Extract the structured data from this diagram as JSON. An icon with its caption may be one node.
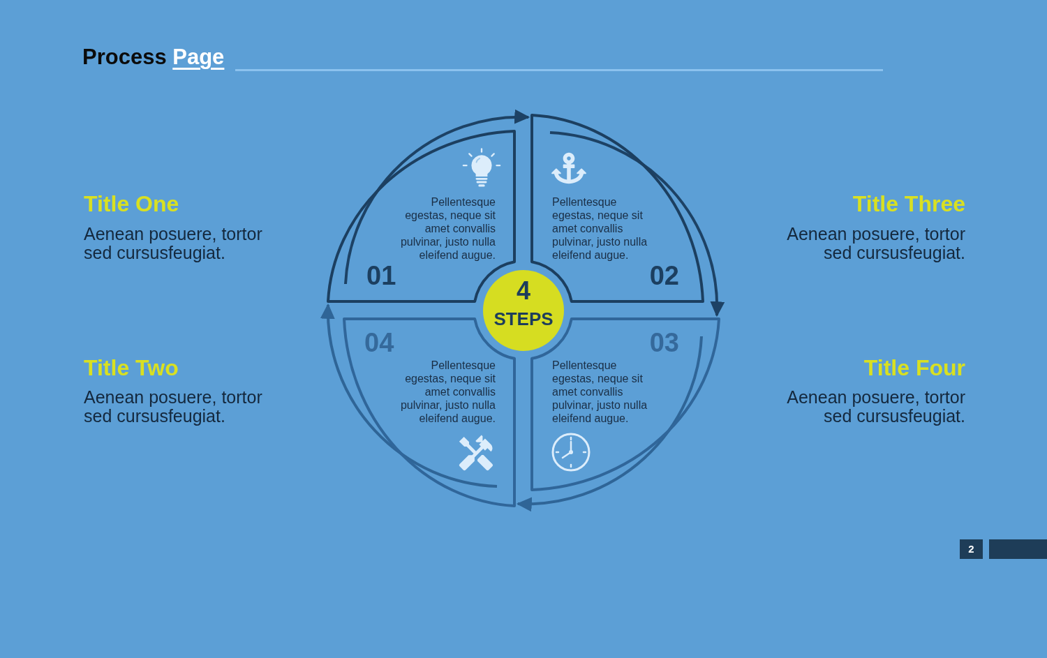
{
  "diagram": {
    "title": "Process Page",
    "nodes": [
      {
        "text": [
          "01",
          "Pellentesque egestas, neque sit amet convallis pulvinar, justo nulla eleifend augue."
        ]
      },
      {
        "text": [
          "02",
          "Pellentesque egestas, neque sit amet convallis pulvinar, justo nulla eleifend augue."
        ]
      },
      {
        "text": [
          "4",
          "STEPS"
        ]
      },
      {
        "text": [
          "04",
          "Pellentesque egestas, neque sit amet convallis pulvinar, justo nulla eleifend augue."
        ]
      },
      {
        "text": [
          "03",
          "Pellentesque egestas, neque sit amet convallis pulvinar, justo nulla eleifend augue."
        ]
      }
    ],
    "edges": [
      {
        "from": 0,
        "to": 1,
        "arrow": "to"
      },
      {
        "from": 1,
        "to": 4,
        "arrow": "to"
      },
      {
        "from": 4,
        "to": 3,
        "arrow": "to",
        "color": "#2f6597"
      },
      {
        "from": 3,
        "to": 0,
        "arrow": "to",
        "color": "#2f6597"
      }
    ],
    "labels": [
      "Title One",
      "Aenean posuere, tortor sed cursusfeugiat.",
      "Title Three",
      "Aenean posuere, tortor sed cursusfeugiat.",
      "Title Two",
      "Aenean posuere, tortor sed cursusfeugiat.",
      "Title Four",
      "Aenean posuere, tortor sed cursusfeugiat.",
      "2"
    ]
  }
}
